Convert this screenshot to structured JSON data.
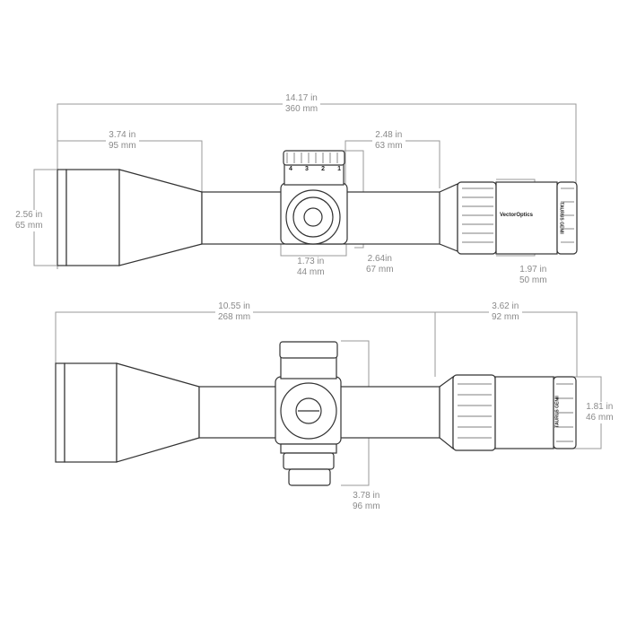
{
  "diagram": {
    "subject": "Riflescope dimension drawing",
    "brand_mark": "VectorOptics",
    "model_mark": "TAURUS GENII",
    "turret_numbers_top": [
      "4",
      "3",
      "2",
      "1"
    ],
    "views": {
      "top_view": {
        "overall_length": {
          "in": "14.17 in",
          "mm": "360 mm"
        },
        "objective_bell_length": {
          "in": "3.74 in",
          "mm": "95 mm"
        },
        "objective_diameter": {
          "in": "2.56 in",
          "mm": "65 mm"
        },
        "turret_housing_width": {
          "in": "1.73 in",
          "mm": "44 mm"
        },
        "turret_height": {
          "in": "2.64in",
          "mm": "67 mm"
        },
        "eyepiece_to_turret": {
          "in": "2.48 in",
          "mm": "63 mm"
        },
        "ocular_length": {
          "in": "1.97 in",
          "mm": "50 mm"
        }
      },
      "side_view": {
        "tube_length": {
          "in": "10.55 in",
          "mm": "268 mm"
        },
        "eye_relief_section": {
          "in": "3.62 in",
          "mm": "92 mm"
        },
        "eyepiece_diameter": {
          "in": "1.81 in",
          "mm": "46 mm"
        },
        "turret_span": {
          "in": "3.78 in",
          "mm": "96 mm"
        }
      }
    }
  }
}
